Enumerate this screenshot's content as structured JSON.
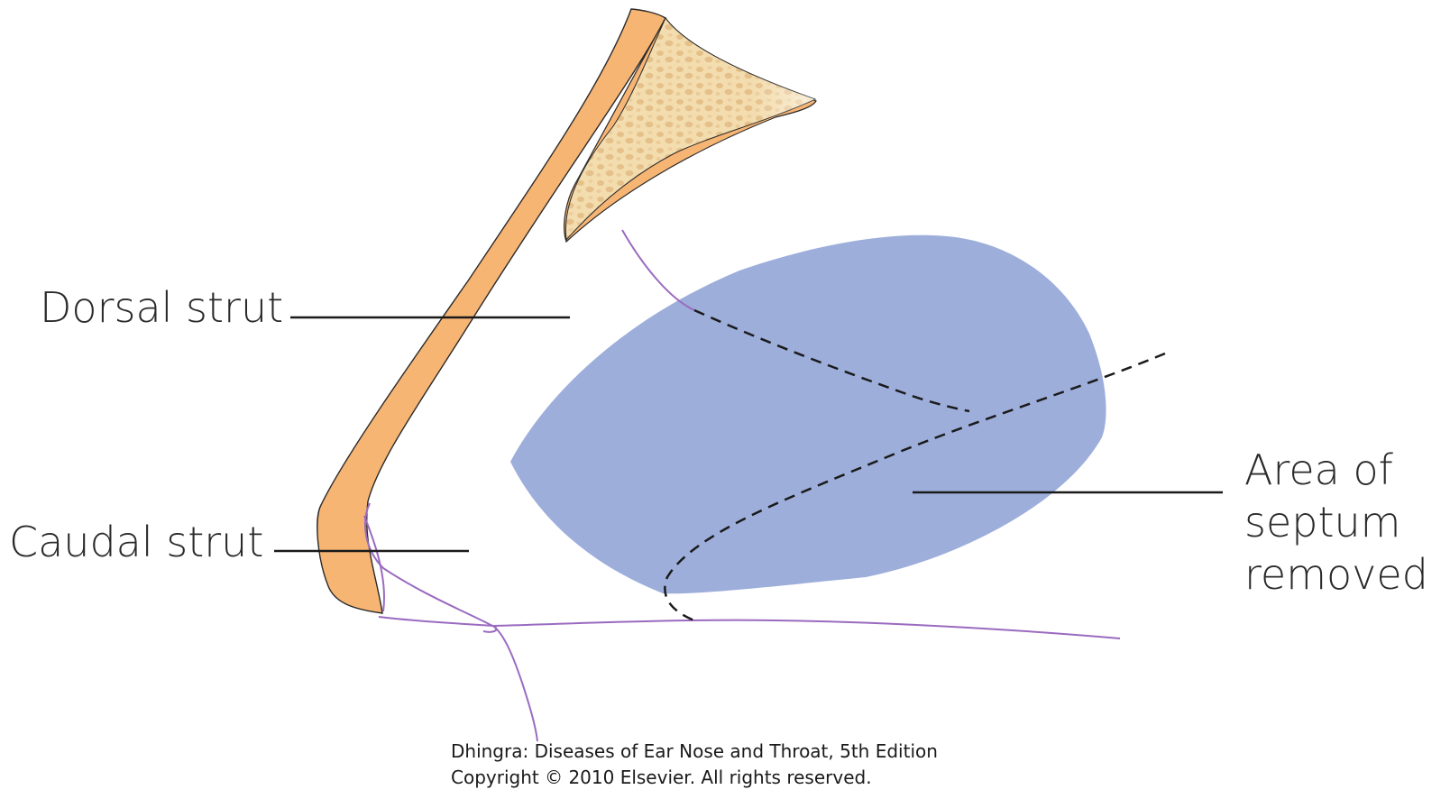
{
  "labels": {
    "dorsal_strut": "Dorsal strut",
    "caudal_strut": "Caudal strut",
    "area_line1": "Area of",
    "area_line2": "septum",
    "area_line3": "removed"
  },
  "credits": {
    "line1": "Dhingra: Diseases of Ear Nose and Throat, 5th Edition",
    "line2": "Copyright © 2010 Elsevier. All rights reserved."
  },
  "colors": {
    "cartilage": "#f7b574",
    "bone": "#f1d7a6",
    "septum_removed": "#9daedb",
    "outline_purple": "#9a6bc0",
    "leader_line": "#1a1a1a"
  }
}
